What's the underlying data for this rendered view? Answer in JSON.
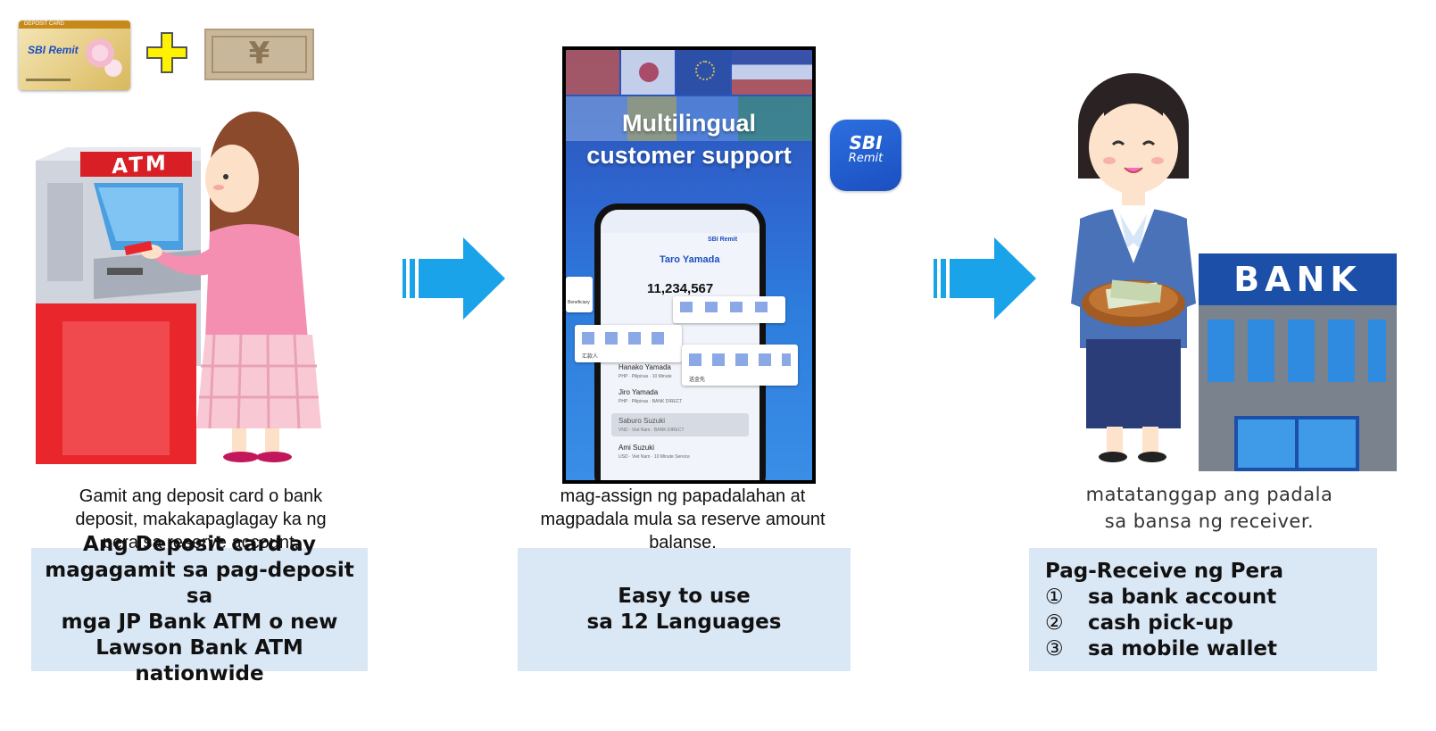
{
  "card": {
    "header": "DEPOSIT CARD",
    "brand": "SBI Remit"
  },
  "atm": {
    "sign": "ATM"
  },
  "yen_symbol": "¥",
  "app": {
    "headline_1": "Multilingual",
    "headline_2": "customer support",
    "icon_brand_1": "SBI",
    "icon_brand_2": "Remit",
    "phone": {
      "brand": "SBI Remit",
      "user_name": "Taro Yamada",
      "balance": "11,234,567",
      "beneficiary": "Beneficiary",
      "recipients": [
        {
          "name": "Hanako Yamada",
          "sub": "PHP · Pilipinas · 10 Minute"
        },
        {
          "name": "Jiro Yamada",
          "sub": "PHP · Pilipinas · BANK DIRECT"
        },
        {
          "name": "Saburo Suzuki",
          "sub": "VND · Viet Nam · BANK DIRECT"
        },
        {
          "name": "Ami Suzuki",
          "sub": "USD · Viet Nam · 10 Minute Service"
        }
      ],
      "jp_label_1": "汇款人",
      "jp_label_2": "送金先"
    }
  },
  "bank_sign": "BANK",
  "columns": [
    {
      "caption": [
        "Gamit ang deposit card o bank",
        "deposit, makakapaglagay ka ng",
        "pera sa reserve account."
      ],
      "box": [
        "Ang Deposit card ay",
        "magagamit sa pag-deposit sa",
        "mga JP Bank ATM o new",
        "Lawson Bank ATM nationwide"
      ]
    },
    {
      "caption": [
        "mag-assign ng papadalahan at",
        "magpadala mula sa reserve amount",
        "balanse."
      ],
      "box": [
        "Easy to use",
        "sa 12 Languages"
      ]
    },
    {
      "caption": [
        "matatanggap ang padala",
        "sa bansa ng receiver."
      ],
      "box_title": "Pag-Receive ng Pera",
      "box_items": [
        {
          "num": "①",
          "text": "sa bank account"
        },
        {
          "num": "②",
          "text": "cash pick-up"
        },
        {
          "num": "③",
          "text": "sa mobile wallet"
        }
      ]
    }
  ],
  "colors": {
    "box_bg": "#dae7f5",
    "arrow": "#1aa3e8",
    "brand_blue": "#1b4fc0",
    "atm_red": "#e8262c"
  }
}
